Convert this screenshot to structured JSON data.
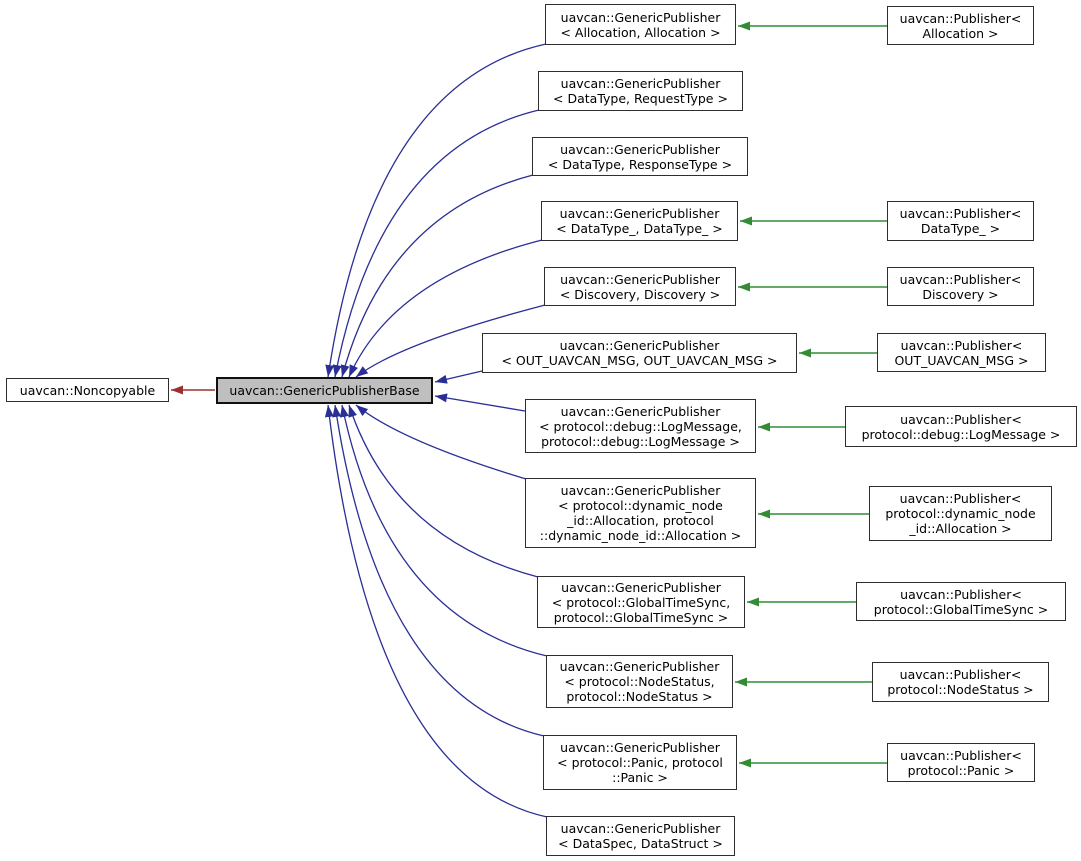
{
  "diagram": {
    "kind": "class-inheritance-graph",
    "colors": {
      "inheritance_arrow": "#2a2f96",
      "instantiation_arrow": "#338b33",
      "base_class_arrow": "#9a3032",
      "highlight_fill": "#bfbfbf",
      "box_border": "#2e2e2e",
      "text": "#000000",
      "background": "#ffffff"
    }
  },
  "nodes": [
    {
      "id": "noncopyable",
      "name": "class-node-noncopyable",
      "role": "class",
      "lines": [
        "uavcan::Noncopyable"
      ]
    },
    {
      "id": "base",
      "name": "class-node-genericpublisherbase",
      "role": "current",
      "lines": [
        "uavcan::GenericPublisherBase"
      ]
    },
    {
      "id": "g1",
      "name": "class-node-genericpublisher-allocation",
      "role": "class",
      "lines": [
        "uavcan::GenericPublisher",
        "< Allocation, Allocation >"
      ]
    },
    {
      "id": "g2",
      "name": "class-node-genericpublisher-datatype-requesttype",
      "role": "class",
      "lines": [
        "uavcan::GenericPublisher",
        "< DataType, RequestType >"
      ]
    },
    {
      "id": "g3",
      "name": "class-node-genericpublisher-datatype-responsetype",
      "role": "class",
      "lines": [
        "uavcan::GenericPublisher",
        "< DataType, ResponseType >"
      ]
    },
    {
      "id": "g4",
      "name": "class-node-genericpublisher-datatype_",
      "role": "class",
      "lines": [
        "uavcan::GenericPublisher",
        "< DataType_, DataType_ >"
      ]
    },
    {
      "id": "g5",
      "name": "class-node-genericpublisher-discovery",
      "role": "class",
      "lines": [
        "uavcan::GenericPublisher",
        "< Discovery, Discovery >"
      ]
    },
    {
      "id": "g6",
      "name": "class-node-genericpublisher-out-uavcan-msg",
      "role": "class",
      "lines": [
        "uavcan::GenericPublisher",
        "< OUT_UAVCAN_MSG, OUT_UAVCAN_MSG >"
      ]
    },
    {
      "id": "g7",
      "name": "class-node-genericpublisher-logmessage",
      "role": "class",
      "lines": [
        "uavcan::GenericPublisher",
        "< protocol::debug::LogMessage,",
        "protocol::debug::LogMessage >"
      ]
    },
    {
      "id": "g8",
      "name": "class-node-genericpublisher-dynamic-node-id-allocation",
      "role": "class",
      "lines": [
        "uavcan::GenericPublisher",
        "< protocol::dynamic_node",
        "_id::Allocation, protocol",
        "::dynamic_node_id::Allocation >"
      ]
    },
    {
      "id": "g9",
      "name": "class-node-genericpublisher-globaltimesync",
      "role": "class",
      "lines": [
        "uavcan::GenericPublisher",
        "< protocol::GlobalTimeSync,",
        "protocol::GlobalTimeSync >"
      ]
    },
    {
      "id": "g10",
      "name": "class-node-genericpublisher-nodestatus",
      "role": "class",
      "lines": [
        "uavcan::GenericPublisher",
        "< protocol::NodeStatus,",
        "protocol::NodeStatus >"
      ]
    },
    {
      "id": "g11",
      "name": "class-node-genericpublisher-panic",
      "role": "class",
      "lines": [
        "uavcan::GenericPublisher",
        "< protocol::Panic, protocol",
        "::Panic >"
      ]
    },
    {
      "id": "g12",
      "name": "class-node-genericpublisher-dataspec-datastruct",
      "role": "class",
      "lines": [
        "uavcan::GenericPublisher",
        "< DataSpec, DataStruct >"
      ]
    },
    {
      "id": "p1",
      "name": "class-node-publisher-allocation",
      "role": "class",
      "lines": [
        "uavcan::Publisher<",
        "Allocation >"
      ]
    },
    {
      "id": "p4",
      "name": "class-node-publisher-datatype_",
      "role": "class",
      "lines": [
        "uavcan::Publisher<",
        "DataType_ >"
      ]
    },
    {
      "id": "p5",
      "name": "class-node-publisher-discovery",
      "role": "class",
      "lines": [
        "uavcan::Publisher<",
        "Discovery >"
      ]
    },
    {
      "id": "p6",
      "name": "class-node-publisher-out-uavcan-msg",
      "role": "class",
      "lines": [
        "uavcan::Publisher<",
        "OUT_UAVCAN_MSG >"
      ]
    },
    {
      "id": "p7",
      "name": "class-node-publisher-logmessage",
      "role": "class",
      "lines": [
        "uavcan::Publisher<",
        "protocol::debug::LogMessage >"
      ]
    },
    {
      "id": "p8",
      "name": "class-node-publisher-dynamic-node-id-allocation",
      "role": "class",
      "lines": [
        "uavcan::Publisher<",
        "protocol::dynamic_node",
        "_id::Allocation >"
      ]
    },
    {
      "id": "p9",
      "name": "class-node-publisher-globaltimesync",
      "role": "class",
      "lines": [
        "uavcan::Publisher<",
        "protocol::GlobalTimeSync >"
      ]
    },
    {
      "id": "p10",
      "name": "class-node-publisher-nodestatus",
      "role": "class",
      "lines": [
        "uavcan::Publisher<",
        "protocol::NodeStatus >"
      ]
    },
    {
      "id": "p11",
      "name": "class-node-publisher-panic",
      "role": "class",
      "lines": [
        "uavcan::Publisher<",
        "protocol::Panic >"
      ]
    }
  ],
  "edges": {
    "derived_to_base": [
      {
        "from": "g1",
        "to": "base"
      },
      {
        "from": "g2",
        "to": "base"
      },
      {
        "from": "g3",
        "to": "base"
      },
      {
        "from": "g4",
        "to": "base"
      },
      {
        "from": "g5",
        "to": "base"
      },
      {
        "from": "g6",
        "to": "base"
      },
      {
        "from": "g7",
        "to": "base"
      },
      {
        "from": "g8",
        "to": "base"
      },
      {
        "from": "g9",
        "to": "base"
      },
      {
        "from": "g10",
        "to": "base"
      },
      {
        "from": "g11",
        "to": "base"
      },
      {
        "from": "g12",
        "to": "base"
      }
    ],
    "base_to_noncopyable": [
      {
        "from": "base",
        "to": "noncopyable"
      }
    ],
    "instantiations": [
      {
        "from": "p1",
        "to": "g1"
      },
      {
        "from": "p4",
        "to": "g4"
      },
      {
        "from": "p5",
        "to": "g5"
      },
      {
        "from": "p6",
        "to": "g6"
      },
      {
        "from": "p7",
        "to": "g7"
      },
      {
        "from": "p8",
        "to": "g8"
      },
      {
        "from": "p9",
        "to": "g9"
      },
      {
        "from": "p10",
        "to": "g10"
      },
      {
        "from": "p11",
        "to": "g11"
      }
    ]
  }
}
